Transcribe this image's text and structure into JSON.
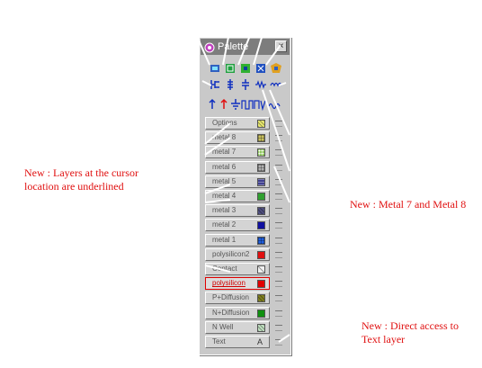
{
  "window": {
    "title": "Palette",
    "close_glyph": "×"
  },
  "toolbar_rows": [
    {
      "icons": [
        "select-icon",
        "contact-icon",
        "via-icon",
        "pad-icon",
        "shield-icon"
      ]
    },
    {
      "icons": [
        "transistor-nmos-icon",
        "transistor-pmos-icon",
        "capacitor-icon",
        "resistor-icon",
        "inductor-icon"
      ]
    },
    {
      "icons": [
        "vdd-icon",
        "vss-icon",
        "ground-icon",
        "pulse-icon",
        "wave-icon",
        "clock-icon"
      ]
    }
  ],
  "layers": [
    {
      "label": "Options",
      "swatch": "#e8e870",
      "pattern": "hatch-light"
    },
    {
      "label": "metal 8",
      "swatch": "#c8c060",
      "pattern": "grid"
    },
    {
      "label": "metal 7",
      "swatch": "#90c860",
      "pattern": "dots"
    },
    {
      "label": "metal 6",
      "swatch": "#b0b0b0",
      "pattern": "grid"
    },
    {
      "label": "metal 5",
      "swatch": "#404090",
      "pattern": "lines"
    },
    {
      "label": "metal 4",
      "swatch": "#30a030",
      "pattern": "solid"
    },
    {
      "label": "metal 3",
      "swatch": "#505080",
      "pattern": "hatch"
    },
    {
      "label": "metal 2",
      "swatch": "#1010a0",
      "pattern": "solid"
    },
    {
      "label": "metal 1",
      "swatch": "#2060e0",
      "pattern": "grid"
    },
    {
      "label": "polysilicon2",
      "swatch": "#e01010",
      "pattern": "solid"
    },
    {
      "label": "Contact",
      "swatch": "#f0f0f0",
      "pattern": "cross"
    },
    {
      "label": "polysilicon",
      "swatch": "#e00000",
      "pattern": "solid",
      "highlight": true
    },
    {
      "label": "P+Diffusion",
      "swatch": "#808020",
      "pattern": "hatch"
    },
    {
      "label": "N+Diffusion",
      "swatch": "#109010",
      "pattern": "solid"
    },
    {
      "label": "N Well",
      "swatch": "#c0e0c0",
      "pattern": "hatch-light"
    },
    {
      "label": "Text",
      "swatch": "#ffffff",
      "pattern": "text-A"
    }
  ],
  "annotations": {
    "layers_note": "New : Layers at the cursor location are underlined",
    "metal_note": "New : Metal 7 and Metal 8",
    "text_note": "New : Direct access to Text layer"
  },
  "colors": {
    "annotation": "#e01010",
    "titlebar": "#7d7d7d",
    "arrow": "#ffffff"
  }
}
